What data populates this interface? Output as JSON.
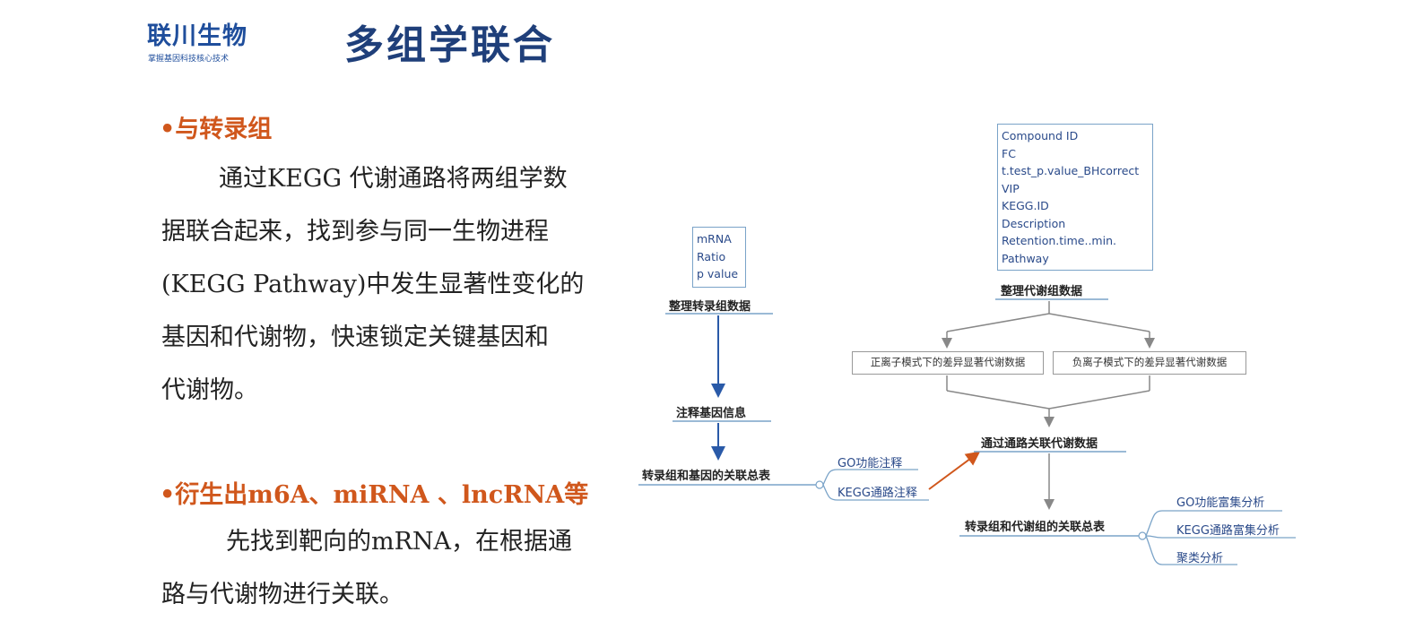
{
  "logo": {
    "name": "联川生物",
    "tagline": "掌握基因科技核心技术"
  },
  "title": "多组学联合",
  "section1": {
    "bullet": "•与转录组",
    "lines": [
      "通过KEGG 代谢通路将两组学数",
      "据联合起来，找到参与同一生物进程",
      "(KEGG Pathway)中发生显著性变化的",
      "基因和代谢物，快速锁定关键基因和",
      "代谢物。"
    ]
  },
  "section2": {
    "bullet": "•衍生出m6A、miRNA 、lncRNA等",
    "lines": [
      "先找到靶向的mRNA，在根据通",
      "路与代谢物进行关联。"
    ]
  },
  "diagram": {
    "mrna_box": [
      "mRNA",
      "Ratio",
      "p value"
    ],
    "transcriptome_label": "整理转录组数据",
    "annotate_label": "注释基因信息",
    "trans_gene_table": "转录组和基因的关联总表",
    "branch_go": "GO功能注释",
    "branch_kegg": "KEGG通路注释",
    "metab_box": [
      "Compound ID",
      "FC",
      "t.test_p.value_BHcorrect",
      "VIP",
      "KEGG.ID",
      "Description",
      "Retention.time..min.",
      "Pathway"
    ],
    "metab_label": "整理代谢组数据",
    "pos_mode": "正离子模式下的差异显著代谢数据",
    "neg_mode": "负离子模式下的差异显著代谢数据",
    "pathway_label": "通过通路关联代谢数据",
    "trans_metab_table": "转录组和代谢组的关联总表",
    "enrich_go": "GO功能富集分析",
    "enrich_kegg": "KEGG通路富集分析",
    "cluster": "聚类分析"
  },
  "colors": {
    "title": "#1f3f7a",
    "bullet": "#d0571c",
    "logo": "#1f4e9c",
    "arrow_blue": "#2a5aa8",
    "arrow_red": "#d0571c"
  }
}
